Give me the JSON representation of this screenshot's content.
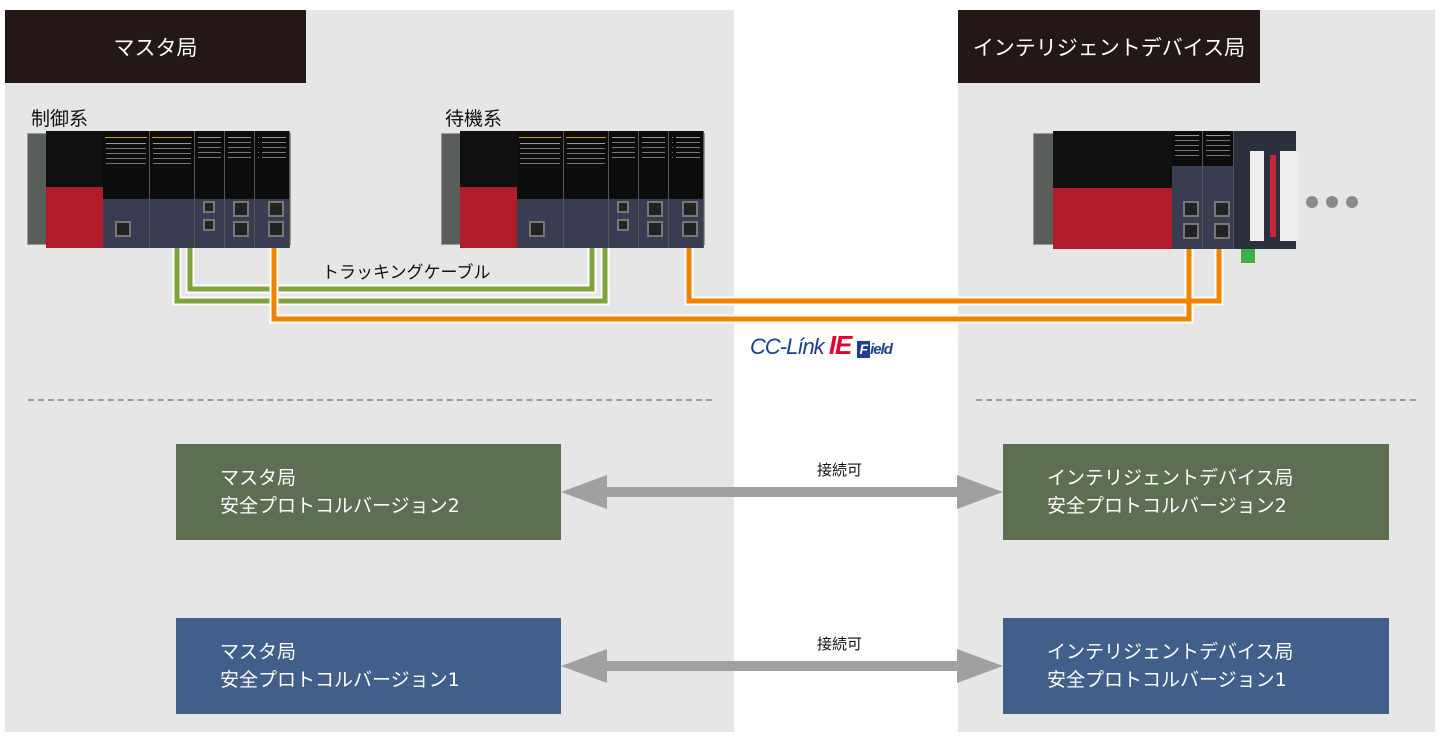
{
  "master": {
    "header": "マスタ局",
    "control_label": "制御系",
    "standby_label": "待機系"
  },
  "device": {
    "header": "インテリジェントデバイス局"
  },
  "cables": {
    "tracking_label": "トラッキングケーブル",
    "tracking_color": "#7fa33e",
    "network_color": "#f08300"
  },
  "network_logo": {
    "part1": "CC-Línk",
    "part2": "IE",
    "part3_badge": "F",
    "part3_rest": "ield",
    "color_blue": "#1d3f8f",
    "color_red": "#e6002d"
  },
  "continuation": "more-modules-dots",
  "compatibility": [
    {
      "left_line1": "マスタ局",
      "left_line2": "安全プロトコルバージョン2",
      "label": "接続可",
      "right_line1": "インテリジェントデバイス局",
      "right_line2": "安全プロトコルバージョン2",
      "color": "#5e6e53"
    },
    {
      "left_line1": "マスタ局",
      "left_line2": "安全プロトコルバージョン1",
      "label": "接続可",
      "right_line1": "インテリジェントデバイス局",
      "right_line2": "安全プロトコルバージョン1",
      "color": "#415f8a"
    }
  ]
}
